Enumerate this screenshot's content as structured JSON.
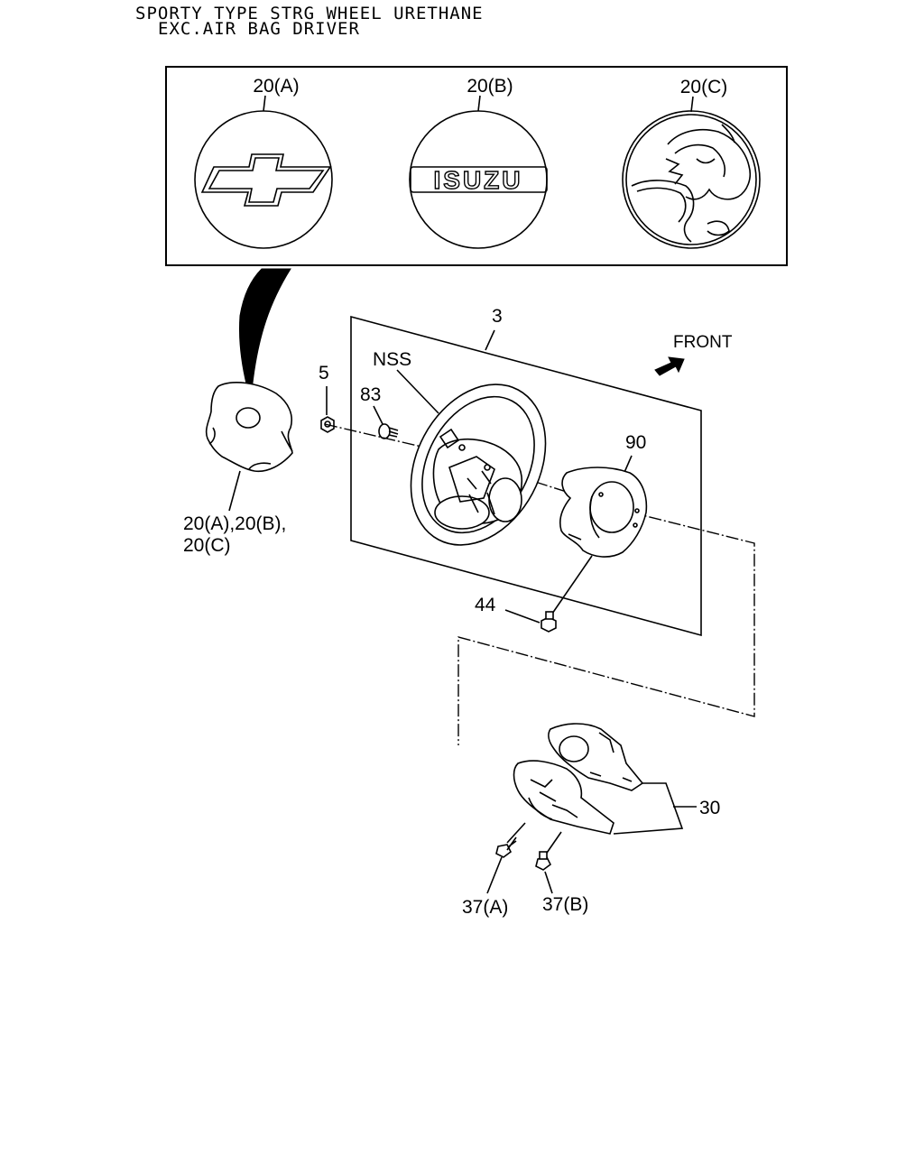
{
  "title": {
    "line1": "SPORTY TYPE STRG WHEEL URETHANE",
    "line2": "EXC.AIR BAG DRIVER"
  },
  "inset": {
    "emblems": [
      {
        "label": "20(A)",
        "icon": "bowtie-emblem-icon"
      },
      {
        "label": "20(B)",
        "icon": "isuzu-emblem-icon",
        "text": "ISUZU"
      },
      {
        "label": "20(C)",
        "icon": "lion-emblem-icon"
      }
    ]
  },
  "callouts": {
    "assembly": "3",
    "nss": "NSS",
    "front": "FRONT",
    "nut": "5",
    "screw": "83",
    "column_cover": "90",
    "pad_line1": "20(A),20(B),",
    "pad_line2": "20(C)",
    "bolt": "44",
    "lower_cover": "30",
    "screw_a": "37(A)",
    "screw_b": "37(B)"
  }
}
